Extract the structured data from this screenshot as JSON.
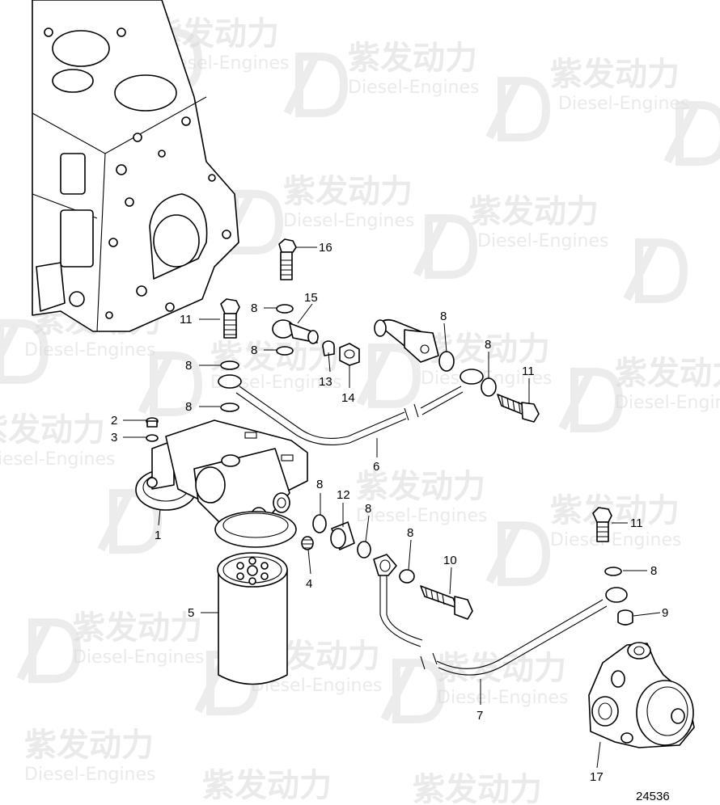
{
  "diagram": {
    "figure_number": "24536",
    "watermark": {
      "brand_cn": "紫发动力",
      "brand_en": "Diesel-Engines"
    },
    "callouts": [
      {
        "id": "c1",
        "label": "1"
      },
      {
        "id": "c2",
        "label": "2"
      },
      {
        "id": "c3",
        "label": "3"
      },
      {
        "id": "c4",
        "label": "4"
      },
      {
        "id": "c5",
        "label": "5"
      },
      {
        "id": "c6",
        "label": "6"
      },
      {
        "id": "c7",
        "label": "7"
      },
      {
        "id": "c8a",
        "label": "8"
      },
      {
        "id": "c8b",
        "label": "8"
      },
      {
        "id": "c8c",
        "label": "8"
      },
      {
        "id": "c8d",
        "label": "8"
      },
      {
        "id": "c8e",
        "label": "8"
      },
      {
        "id": "c8f",
        "label": "8"
      },
      {
        "id": "c8g",
        "label": "8"
      },
      {
        "id": "c8h",
        "label": "8"
      },
      {
        "id": "c8i",
        "label": "8"
      },
      {
        "id": "c8j",
        "label": "8"
      },
      {
        "id": "c9",
        "label": "9"
      },
      {
        "id": "c10",
        "label": "10"
      },
      {
        "id": "c11a",
        "label": "11"
      },
      {
        "id": "c11b",
        "label": "11"
      },
      {
        "id": "c11c",
        "label": "11"
      },
      {
        "id": "c12",
        "label": "12"
      },
      {
        "id": "c13",
        "label": "13"
      },
      {
        "id": "c14",
        "label": "14"
      },
      {
        "id": "c15",
        "label": "15"
      },
      {
        "id": "c16",
        "label": "16"
      },
      {
        "id": "c17",
        "label": "17"
      }
    ]
  }
}
